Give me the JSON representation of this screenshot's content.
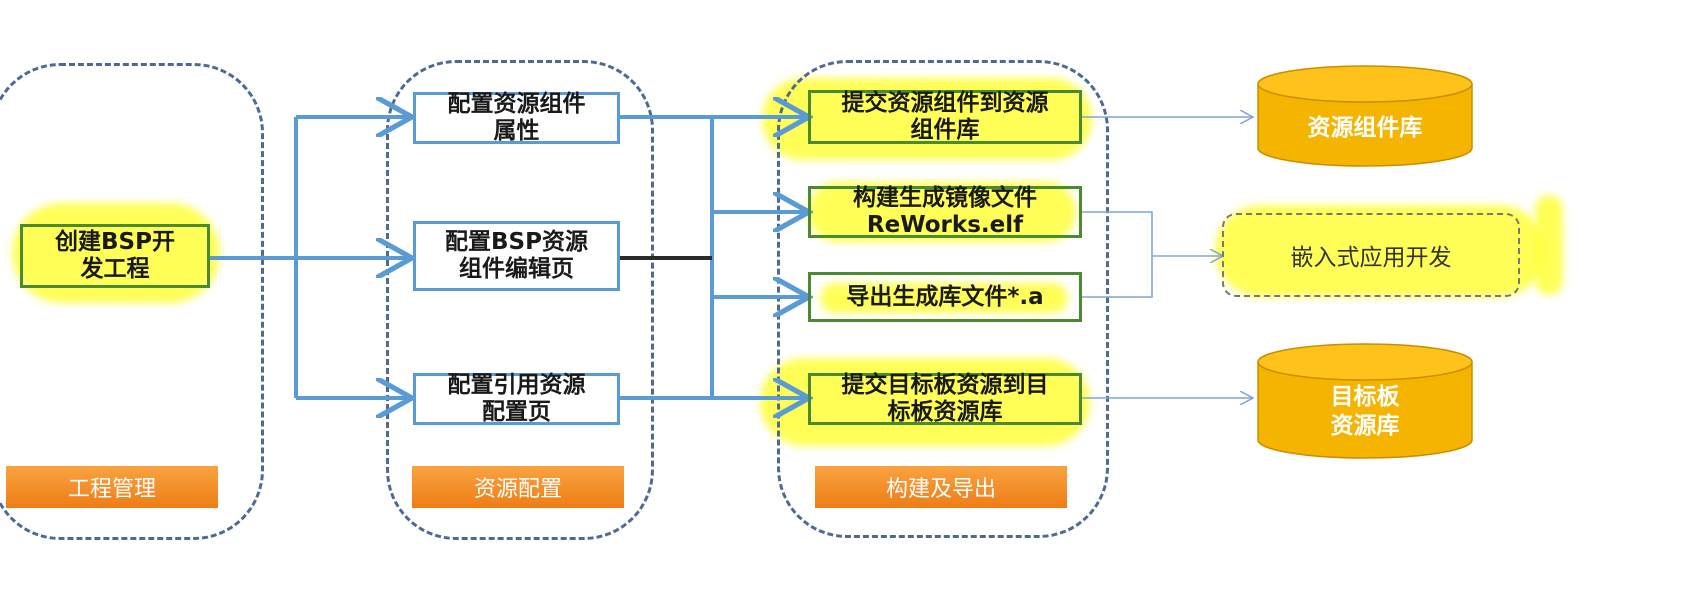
{
  "groups": {
    "project": {
      "label": "工程管理"
    },
    "resource": {
      "label": "资源配置"
    },
    "build": {
      "label": "构建及导出"
    }
  },
  "nodes": {
    "create_bsp": "创建BSP开\n发工程",
    "config_attr": "配置资源组件\n属性",
    "config_bsp_page": "配置BSP资源\n组件编辑页",
    "config_ref_page": "配置引用资源\n配置页",
    "submit_component": "提交资源组件到资源\n组件库",
    "build_image": "构建生成镜像文件\nReWorks.elf",
    "export_lib": "导出生成库文件*.a",
    "submit_board": "提交目标板资源到目\n标板资源库"
  },
  "outputs": {
    "component_lib": "资源组件库",
    "embedded_dev": "嵌入式应用开发",
    "board_lib": "目标板\n资源库"
  },
  "colors": {
    "arrow": "#5b9bd5",
    "group_border": "#4e6a93",
    "label_orange": "#f08a24",
    "cylinder": "#f5b400",
    "highlight": "#ffff3a"
  }
}
